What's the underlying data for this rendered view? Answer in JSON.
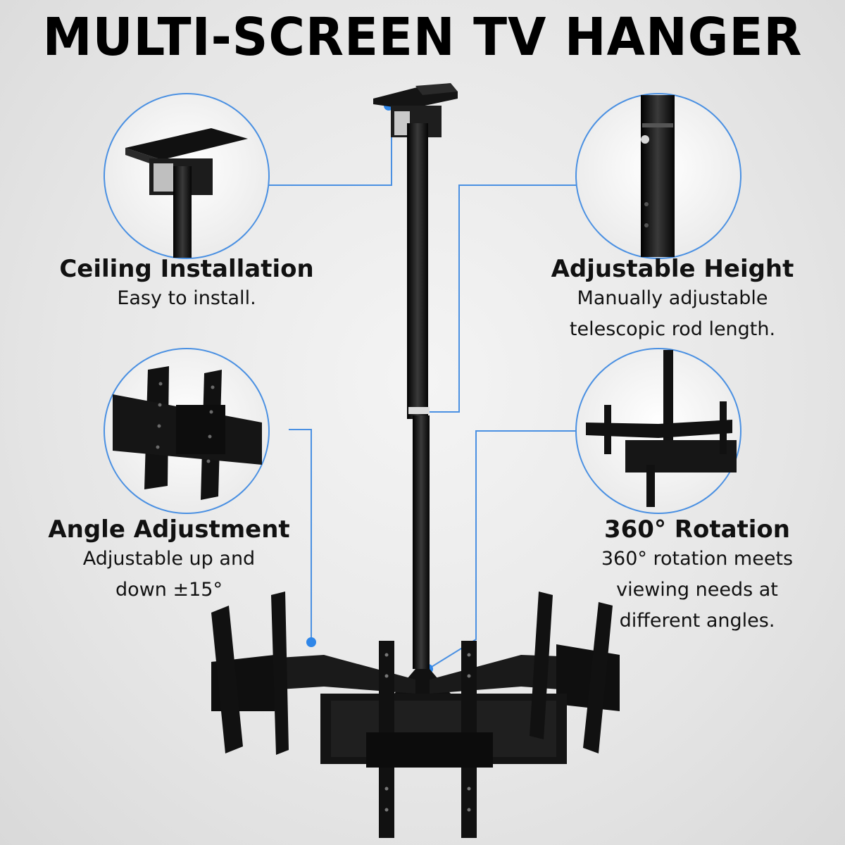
{
  "title": "MULTI-SCREEN TV HANGER",
  "features": {
    "ceiling": {
      "heading": "Ceiling Installation",
      "line1": "Easy to install."
    },
    "height": {
      "heading": "Adjustable Height",
      "line1": "Manually adjustable",
      "line2": "telescopic rod length."
    },
    "angle": {
      "heading": "Angle Adjustment",
      "line1": "Adjustable up and",
      "line2": "down ±15°"
    },
    "rotation": {
      "heading": "360° Rotation",
      "line1": "360° rotation meets",
      "line2": "viewing needs at",
      "line3": "different angles."
    }
  },
  "colors": {
    "accent": "#3a8ee6",
    "metal": "#111111"
  }
}
